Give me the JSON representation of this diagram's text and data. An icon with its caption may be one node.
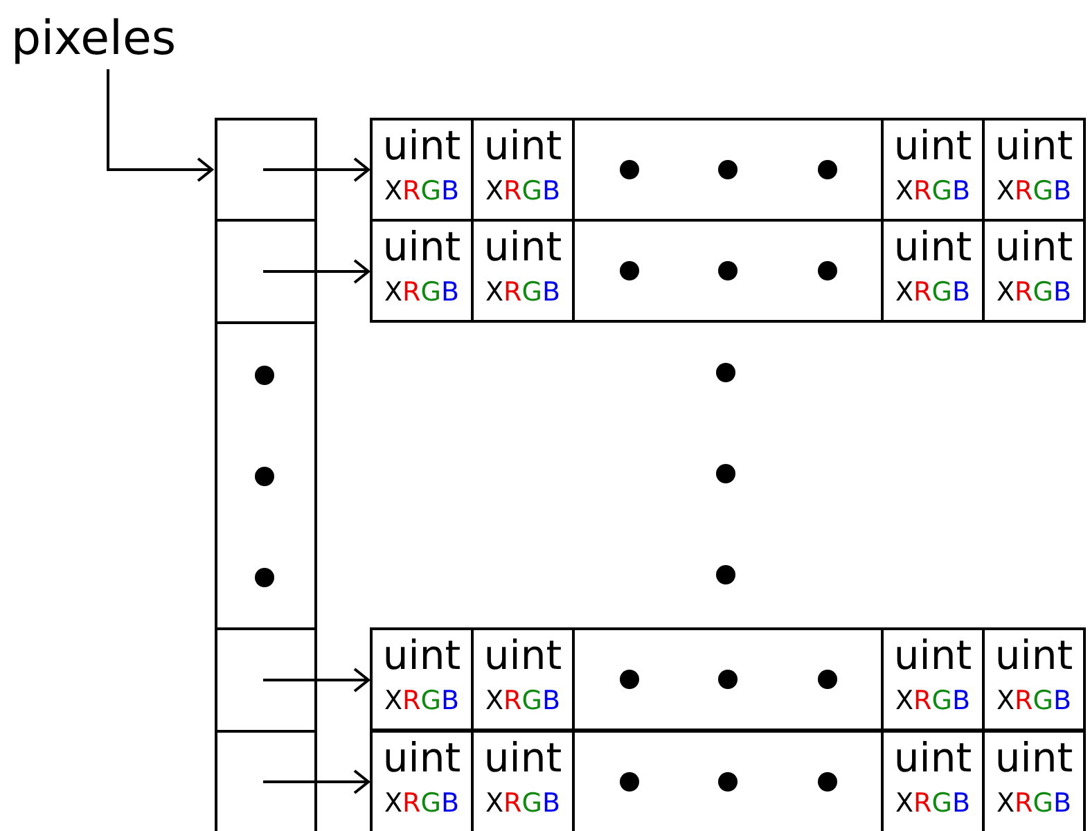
{
  "diagram": {
    "nodes": [
      {
        "text": [
          "pixeles"
        ]
      },
      {
        "text": [],
        "shape": "box"
      },
      {
        "text": [],
        "shape": "box"
      },
      {
        "text": [],
        "shape": "box"
      },
      {
        "text": [],
        "shape": "box"
      },
      {
        "text": [],
        "shape": "box"
      },
      {
        "text": [],
        "shape": "box"
      },
      {
        "text": [
          "uint",
          "XRGB"
        ],
        "in": 6
      },
      {
        "text": [
          "uint",
          "XRGB"
        ],
        "in": 6
      },
      {
        "text": [],
        "shape": "box",
        "in": 6
      },
      {
        "text": [
          "uint",
          "XRGB"
        ],
        "in": 6
      },
      {
        "text": [
          "uint",
          "XRGB"
        ],
        "in": 6
      },
      {
        "text": [],
        "shape": "box"
      },
      {
        "text": [
          "uint",
          "XRGB"
        ],
        "in": 12
      },
      {
        "text": [
          "uint",
          "XRGB"
        ],
        "in": 12
      },
      {
        "text": [],
        "shape": "box",
        "in": 12
      },
      {
        "text": [
          "uint",
          "XRGB"
        ],
        "in": 12
      },
      {
        "text": [
          "uint",
          "XRGB"
        ],
        "in": 12
      },
      {
        "text": [],
        "shape": "box"
      },
      {
        "text": [
          "uint",
          "XRGB"
        ],
        "in": 18
      },
      {
        "text": [
          "uint",
          "XRGB"
        ],
        "in": 18
      },
      {
        "text": [],
        "shape": "box",
        "in": 18
      },
      {
        "text": [
          "uint",
          "XRGB"
        ],
        "in": 18
      },
      {
        "text": [
          "uint",
          "XRGB"
        ],
        "in": 18
      },
      {
        "text": [],
        "shape": "box"
      },
      {
        "text": [
          "uint",
          "XRGB"
        ],
        "in": 24
      },
      {
        "text": [
          "uint",
          "XRGB"
        ],
        "in": 24
      },
      {
        "text": [],
        "shape": "box",
        "in": 24
      },
      {
        "text": [
          "uint",
          "XRGB"
        ],
        "in": 24
      },
      {
        "text": [
          "uint",
          "XRGB"
        ],
        "in": 24
      }
    ],
    "edges": [
      {
        "from": 0,
        "to": 1,
        "arrow": "to"
      },
      {
        "from": 1,
        "to": 6,
        "arrow": "to"
      },
      {
        "from": 2,
        "to": 12,
        "arrow": "to"
      },
      {
        "from": 4,
        "to": 18,
        "arrow": "to"
      },
      {
        "from": 5,
        "to": 24,
        "arrow": "to"
      }
    ]
  }
}
